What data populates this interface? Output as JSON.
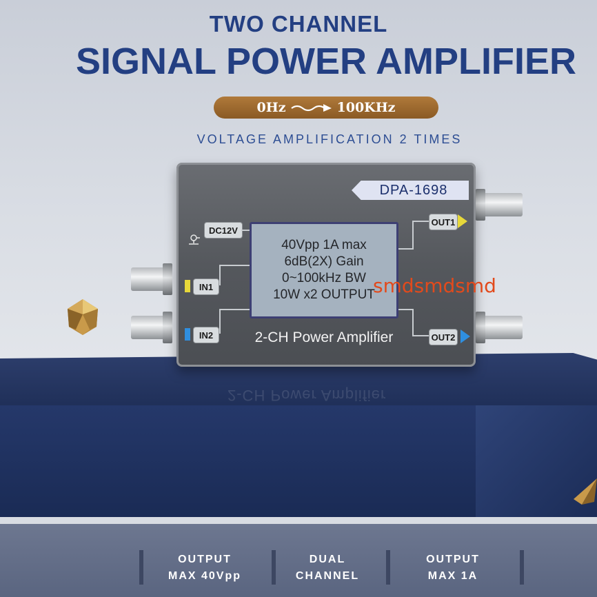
{
  "header": {
    "line1": "TWO CHANNEL",
    "line2": "SIGNAL POWER AMPLIFIER"
  },
  "frequency": {
    "from": "0Hz",
    "to": "100KHz"
  },
  "subtitle": "VOLTAGE AMPLIFICATION 2 TIMES",
  "device": {
    "model": "DPA-1698",
    "power_label": "DC12V",
    "inputs": [
      "IN1",
      "IN2"
    ],
    "outputs": [
      "OUT1",
      "OUT2"
    ],
    "display_lines": [
      "40Vpp  1A  max",
      "6dB(2X) Gain",
      "0~100kHz BW",
      "10W x2 OUTPUT"
    ],
    "caption": "2-CH Power Amplifier",
    "reflection": "2-CH Power Amplifier"
  },
  "watermark": "smdsmdsmd",
  "features": [
    {
      "line1": "OUTPUT",
      "line2": "MAX 40Vpp"
    },
    {
      "line1": "DUAL",
      "line2": "CHANNEL"
    },
    {
      "line1": "OUTPUT",
      "line2": "MAX  1A"
    }
  ],
  "colors": {
    "title_blue": "#233f82",
    "pill_bronze": "#9a6a30",
    "pedestal_navy": "#1f2f58",
    "in1_indicator": "#e7d83a",
    "in2_indicator": "#2f8fe0",
    "out1_arrow": "#e7d83a",
    "out2_arrow": "#2f8fe0",
    "watermark": "#e24a1c"
  },
  "icons": {
    "power": "antenna-ground-icon",
    "arrow": "frequency-arrow-icon",
    "gem": "gold-polyhedron-icon"
  }
}
